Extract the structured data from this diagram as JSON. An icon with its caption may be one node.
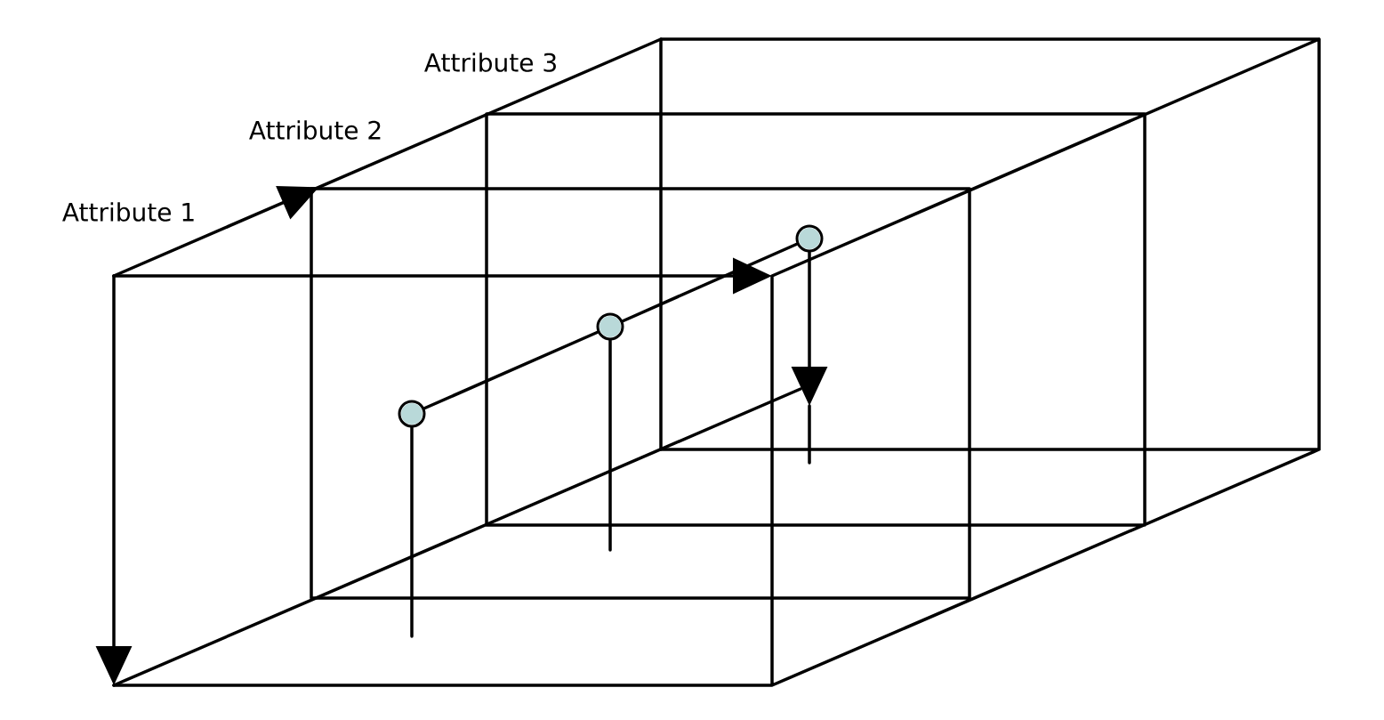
{
  "diagram": {
    "nodes": [
      {
        "text": [],
        "shape": "circle"
      },
      {
        "text": [],
        "shape": "circle"
      },
      {
        "text": [],
        "shape": "circle"
      }
    ],
    "edges": [
      {
        "from": 0,
        "to": 1,
        "arrow": "none"
      },
      {
        "from": 1,
        "to": 2,
        "arrow": "none"
      },
      {
        "from": 0,
        "to": null,
        "arrow": "none"
      },
      {
        "from": 1,
        "to": null,
        "arrow": "none"
      },
      {
        "from": 2,
        "to": null,
        "arrow": "to"
      }
    ],
    "labels": [
      "Attribute 1",
      "Attribute 2",
      "Attribute 3"
    ]
  }
}
